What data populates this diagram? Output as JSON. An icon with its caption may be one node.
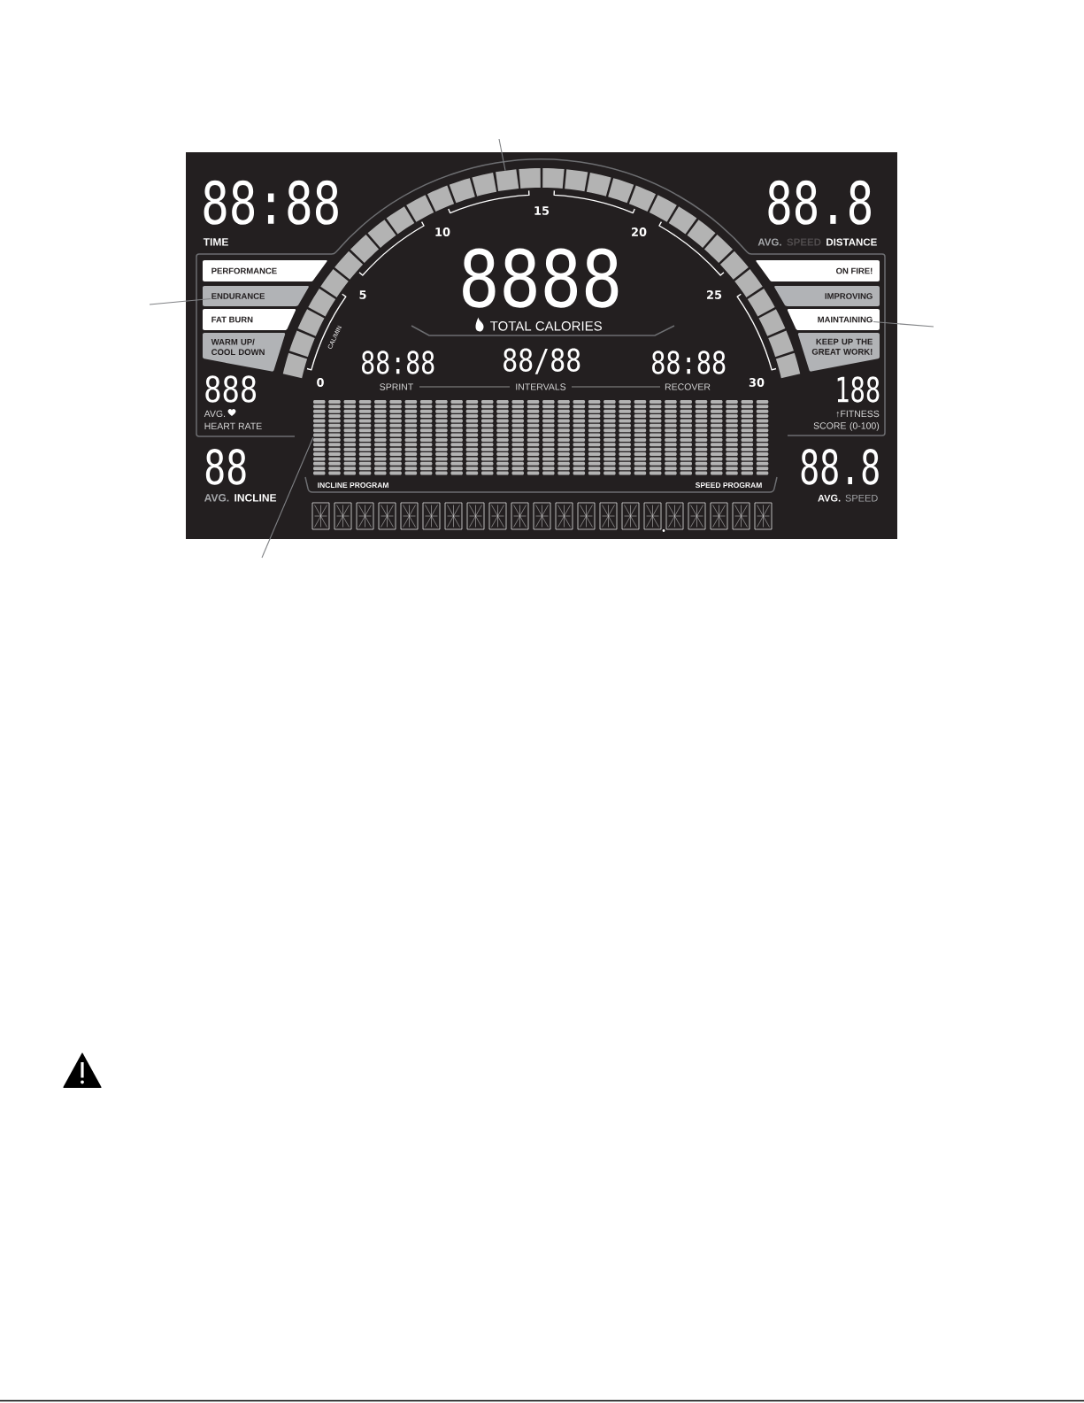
{
  "diagram": {
    "nodes": [
      {
        "text": [],
        "shape": "box"
      },
      {
        "text": [
          "PERFORMANCE"
        ]
      },
      {
        "text": [
          "ENDURANCE"
        ]
      },
      {
        "text": [
          "FAT BURN"
        ]
      },
      {
        "text": [
          "WARM UP/ COOL DOWN"
        ]
      },
      {
        "text": [
          "ON FIRE!"
        ]
      },
      {
        "text": [
          "IMPROVING"
        ]
      },
      {
        "text": [
          "MAINTAINING"
        ]
      },
      {
        "text": [
          "KEEP UP THE GREAT WORK!"
        ]
      },
      {
        "text": [],
        "shape": "box"
      }
    ],
    "edges": [
      {
        "from": null,
        "to": 0,
        "arrow": "none"
      },
      {
        "from": null,
        "to": 2,
        "arrow": "none"
      },
      {
        "from": null,
        "to": 7,
        "arrow": "none"
      },
      {
        "from": null,
        "to": 9,
        "arrow": "none"
      }
    ],
    "labels": [
      "88:88",
      "15",
      "88.8",
      "10",
      "20",
      "TIME",
      "AVG.",
      "SPEED",
      "DISTANCE",
      "8888",
      "5",
      "25",
      "TOTAL CALORIES",
      "CAL/MIN",
      "88:88",
      "88/88",
      "88:88",
      "0",
      "SPRINT",
      "INTERVALS",
      "RECOVER",
      "30",
      "888",
      "188",
      "AVG.",
      "↑FITNESS SCORE (0-100)",
      "HEART RATE",
      "88",
      "88.8",
      "INCLINE PROGRAM",
      "SPEED PROGRAM",
      "AVG.",
      "INCLINE",
      "AVG.",
      "SPEED"
    ]
  }
}
